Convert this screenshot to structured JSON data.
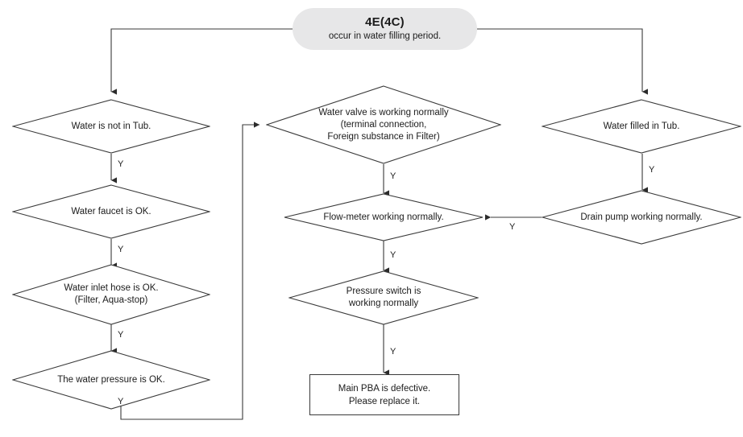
{
  "diagram": {
    "title": "4E(4C) occur in water filling period - troubleshooting flowchart",
    "colors": {
      "background": "#ffffff",
      "start_fill": "#e7e7e8",
      "line": "#3a3a3a",
      "text": "#1b1b1b"
    }
  },
  "start": {
    "code": "4E(4C)",
    "description": "occur in water filling period."
  },
  "nodes": {
    "water_not_in_tub": "Water is not in Tub.",
    "water_faucet_ok": "Water faucet is OK.",
    "water_inlet_hose_ok": "Water inlet hose is OK.\n(Filter, Aqua-stop)",
    "water_pressure_ok": "The water pressure is OK.",
    "water_valve_normal": "Water valve is working normally\n(terminal connection,\nForeign substance in Filter)",
    "flow_meter_normal": "Flow-meter working normally.",
    "pressure_switch_normal": "Pressure switch is\nworking normally",
    "water_filled_in_tub": "Water filled in Tub.",
    "drain_pump_normal": "Drain pump working normally.",
    "main_pba_defective": "Main PBA is defective.\nPlease replace it."
  },
  "edge_labels": {
    "y1": "Y",
    "y2": "Y",
    "y3": "Y",
    "y4": "Y",
    "y5": "Y",
    "y6": "Y",
    "y7": "Y",
    "y8": "Y",
    "y9": "Y"
  }
}
